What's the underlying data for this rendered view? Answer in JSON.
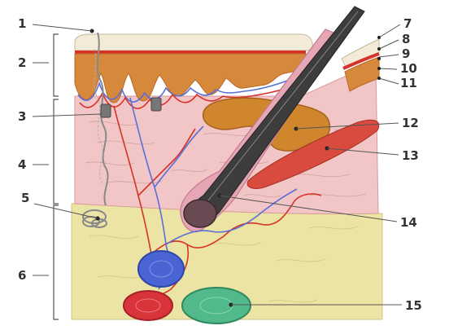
{
  "labels": {
    "l1": "1",
    "l2": "2",
    "l3": "3",
    "l4": "4",
    "l5": "5",
    "l6": "6",
    "l7": "7",
    "l8": "8",
    "l9": "9",
    "l10": "10",
    "l11": "11",
    "l12": "12",
    "l13": "13",
    "l14": "14",
    "l15": "15"
  },
  "colors": {
    "dermis": "#f2c6c6",
    "subcutis": "#ebe4a4",
    "epidermis_orange": "#d6893a",
    "blood_red": "#d83228",
    "vessel_blue": "#5a6fd6",
    "hair": "#3d3d3d",
    "stratum_corneum": "#f3ead8",
    "sebaceous_gland": "#cf862d",
    "muscle": "#d84b3e",
    "fat_blue": "#4a64d4",
    "fat_red": "#d8343a",
    "fat_green": "#52b98a"
  }
}
